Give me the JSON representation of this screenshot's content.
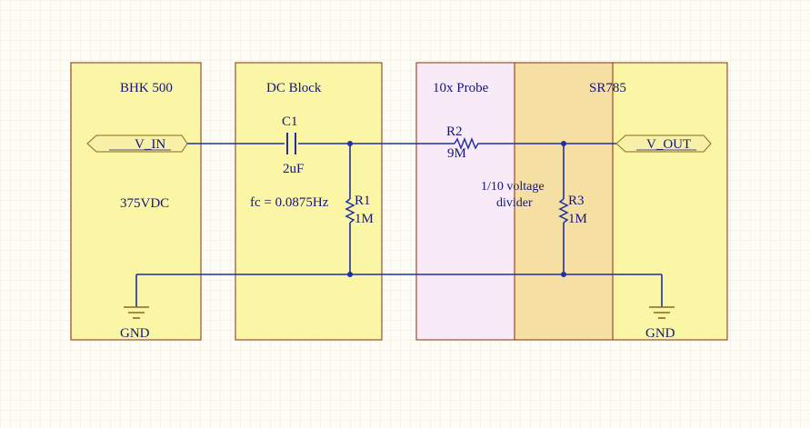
{
  "blocks": {
    "bhk": {
      "title": "BHK 500",
      "voltage": "375VDC"
    },
    "dc_block": {
      "title": "DC Block",
      "cutoff": "fc = 0.0875Hz"
    },
    "probe": {
      "title": "10x Probe",
      "note_line1": "1/10 voltage",
      "note_line2": "divider"
    },
    "sr785": {
      "title": "SR785"
    }
  },
  "components": {
    "c1": {
      "ref": "C1",
      "value": "2uF"
    },
    "r1": {
      "ref": "R1",
      "value": "1M"
    },
    "r2": {
      "ref": "R2",
      "value": "9M"
    },
    "r3": {
      "ref": "R3",
      "value": "1M"
    }
  },
  "ports": {
    "vin": "V_IN",
    "vout": "V_OUT"
  },
  "grounds": {
    "left": "GND",
    "right": "GND"
  },
  "colors": {
    "background": "#fdfdf6",
    "grid": "#ecebdc",
    "block_fill": "#fbf6a6",
    "block_border": "#8b2a14",
    "probe_fill": "#f8eaf6",
    "overlap_fill": "#f5dfa2",
    "wire": "#1f2fa5",
    "ground": "#8a6a1c",
    "port_fill": "#f6f0a8",
    "text": "#15157a"
  }
}
